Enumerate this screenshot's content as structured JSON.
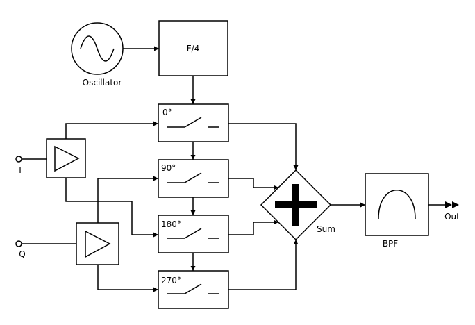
{
  "blocks": {
    "oscillator": "Oscillator",
    "divider": "F/4",
    "switch_0": "0°",
    "switch_90": "90°",
    "switch_180": "180°",
    "switch_270": "270°",
    "sum": "Sum",
    "bpf": "BPF"
  },
  "ports": {
    "in_i": "I",
    "in_q": "Q",
    "out": "Out"
  }
}
